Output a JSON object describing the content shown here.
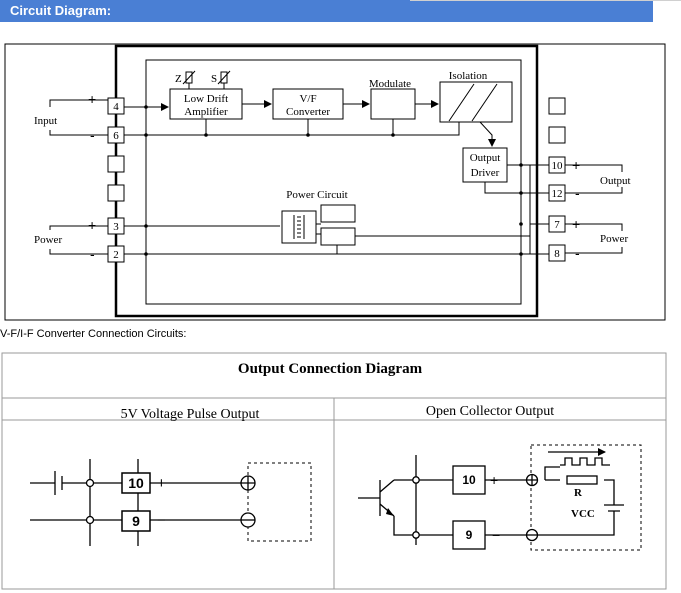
{
  "header": {
    "title": "Circuit Diagram:"
  },
  "subtitle": "V-F/I-F Converter Connection Circuits:",
  "circuit": {
    "zero_pot": "Z",
    "span_pot": "S",
    "amp_line1": "Low Drift",
    "amp_line2": "Amplifier",
    "vf_line1": "V/F",
    "vf_line2": "Converter",
    "modulate": "Modulate",
    "isolation": "Isolation",
    "driver_line1": "Output",
    "driver_line2": "Driver",
    "power_circuit": "Power Circuit",
    "input_label": "Input",
    "power_left_label": "Power",
    "output_label": "Output",
    "power_right_label": "Power",
    "terminals": {
      "t4": "4",
      "t6": "6",
      "t3": "3",
      "t2": "2",
      "t10": "10",
      "t12": "12",
      "t7": "7",
      "t8": "8"
    },
    "plus": "+",
    "minus": "-"
  },
  "output_table": {
    "title": "Output Connection Diagram",
    "col_left": "5V Voltage Pulse Output",
    "col_right": "Open Collector Output",
    "left_t10": "10",
    "left_t9": "9",
    "right_t10": "10",
    "right_t9": "9",
    "plus": "+",
    "minus": "−",
    "resistor": "R",
    "vcc": "VCC"
  }
}
